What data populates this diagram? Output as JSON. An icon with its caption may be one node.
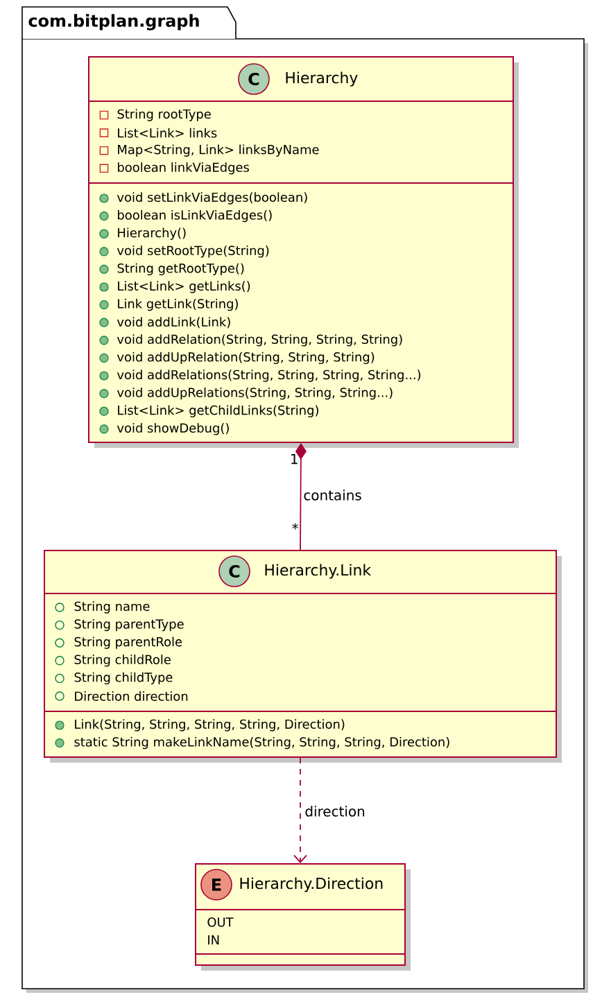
{
  "diagram": {
    "nodes": [
      {
        "text": [
          "com.bitplan.graph"
        ]
      },
      {
        "text": [
          "Hierarchy",
          "String rootType",
          "List<Link> links",
          "Map<String, Link> linksByName",
          "boolean linkViaEdges",
          "void setLinkViaEdges(boolean)",
          "boolean isLinkViaEdges()",
          "Hierarchy()",
          "void setRootType(String)",
          "String getRootType()",
          "List<Link> getLinks()",
          "Link getLink(String)",
          "void addLink(Link)",
          "void addRelation(String, String, String, String)",
          "void addUpRelation(String, String, String)",
          "void addRelations(String, String, String, String...)",
          "void addUpRelations(String, String, String...)",
          "List<Link> getChildLinks(String)",
          "void showDebug()"
        ],
        "in": 0
      },
      {
        "text": [
          "C"
        ],
        "in": 1
      },
      {
        "text": [
          "Hierarchy.Link",
          "String name",
          "String parentType",
          "String parentRole",
          "String childRole",
          "String childType",
          "Direction direction",
          "Link(String, String, String, String, Direction)",
          "static String makeLinkName(String, String, String, Direction)"
        ],
        "in": 0
      },
      {
        "text": [
          "C"
        ],
        "in": 3
      },
      {
        "text": [
          "Hierarchy.Direction",
          "OUT",
          "IN"
        ],
        "in": 0
      },
      {
        "text": [
          "E"
        ],
        "in": 5
      }
    ],
    "edges": [
      {
        "from": 1,
        "to": 3,
        "arrow": "other",
        "label": "contains"
      },
      {
        "from": 3,
        "to": 5,
        "arrow": "to",
        "label": "direction",
        "style": "dashed"
      }
    ],
    "labels": [
      "1",
      "*"
    ]
  }
}
